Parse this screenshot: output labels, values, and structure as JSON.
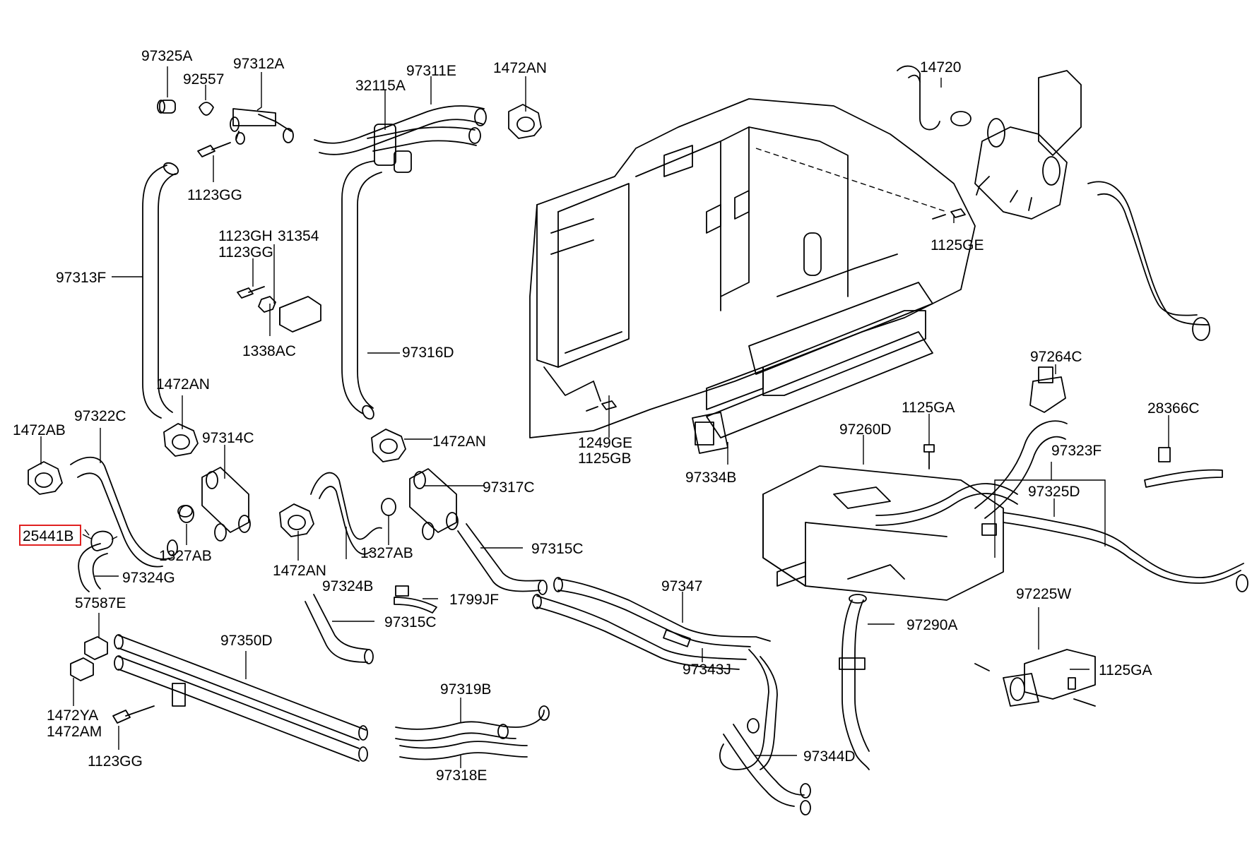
{
  "accent_color": "#e02020",
  "highlighted_part": "25441B",
  "labels": [
    {
      "id": "97325A",
      "text": "97325A"
    },
    {
      "id": "92557",
      "text": "92557"
    },
    {
      "id": "97312A",
      "text": "97312A"
    },
    {
      "id": "97311E",
      "text": "97311E"
    },
    {
      "id": "32115A",
      "text": "32115A"
    },
    {
      "id": "1472AN_a",
      "text": "1472AN"
    },
    {
      "id": "14720",
      "text": "14720"
    },
    {
      "id": "1123GG_a",
      "text": "1123GG"
    },
    {
      "id": "1123GH",
      "text": "1123GH"
    },
    {
      "id": "1123GG_b",
      "text": "1123GG"
    },
    {
      "id": "31354",
      "text": "31354"
    },
    {
      "id": "1125GE",
      "text": "1125GE"
    },
    {
      "id": "97313F",
      "text": "97313F"
    },
    {
      "id": "1338AC",
      "text": "1338AC"
    },
    {
      "id": "97316D",
      "text": "97316D"
    },
    {
      "id": "97264C",
      "text": "97264C"
    },
    {
      "id": "1472AN_b",
      "text": "1472AN"
    },
    {
      "id": "97322C",
      "text": "97322C"
    },
    {
      "id": "1472AB",
      "text": "1472AB"
    },
    {
      "id": "97314C",
      "text": "97314C"
    },
    {
      "id": "1472AN_c",
      "text": "1472AN"
    },
    {
      "id": "1125GA_a",
      "text": "1125GA"
    },
    {
      "id": "28366C",
      "text": "28366C"
    },
    {
      "id": "97260D",
      "text": "97260D"
    },
    {
      "id": "1249GE",
      "text": "1249GE"
    },
    {
      "id": "1125GB",
      "text": "1125GB"
    },
    {
      "id": "97323F",
      "text": "97323F"
    },
    {
      "id": "97334B",
      "text": "97334B"
    },
    {
      "id": "97317C",
      "text": "97317C"
    },
    {
      "id": "97325D",
      "text": "97325D"
    },
    {
      "id": "25441B",
      "text": "25441B"
    },
    {
      "id": "1327AB_a",
      "text": "1327AB"
    },
    {
      "id": "97315C_a",
      "text": "97315C"
    },
    {
      "id": "1327AB_b",
      "text": "1327AB"
    },
    {
      "id": "97324G",
      "text": "97324G"
    },
    {
      "id": "1472AN_d",
      "text": "1472AN"
    },
    {
      "id": "97324B",
      "text": "97324B"
    },
    {
      "id": "97347",
      "text": "97347"
    },
    {
      "id": "97225W",
      "text": "97225W"
    },
    {
      "id": "1799JF",
      "text": "1799JF"
    },
    {
      "id": "57587E",
      "text": "57587E"
    },
    {
      "id": "97315C_b",
      "text": "97315C"
    },
    {
      "id": "97290A",
      "text": "97290A"
    },
    {
      "id": "97350D",
      "text": "97350D"
    },
    {
      "id": "97343J",
      "text": "97343J"
    },
    {
      "id": "1125GA_b",
      "text": "1125GA"
    },
    {
      "id": "97319B",
      "text": "97319B"
    },
    {
      "id": "1472YA",
      "text": "1472YA"
    },
    {
      "id": "1472AM",
      "text": "1472AM"
    },
    {
      "id": "97344D",
      "text": "97344D"
    },
    {
      "id": "1123GG_c",
      "text": "1123GG"
    },
    {
      "id": "97318E",
      "text": "97318E"
    }
  ]
}
